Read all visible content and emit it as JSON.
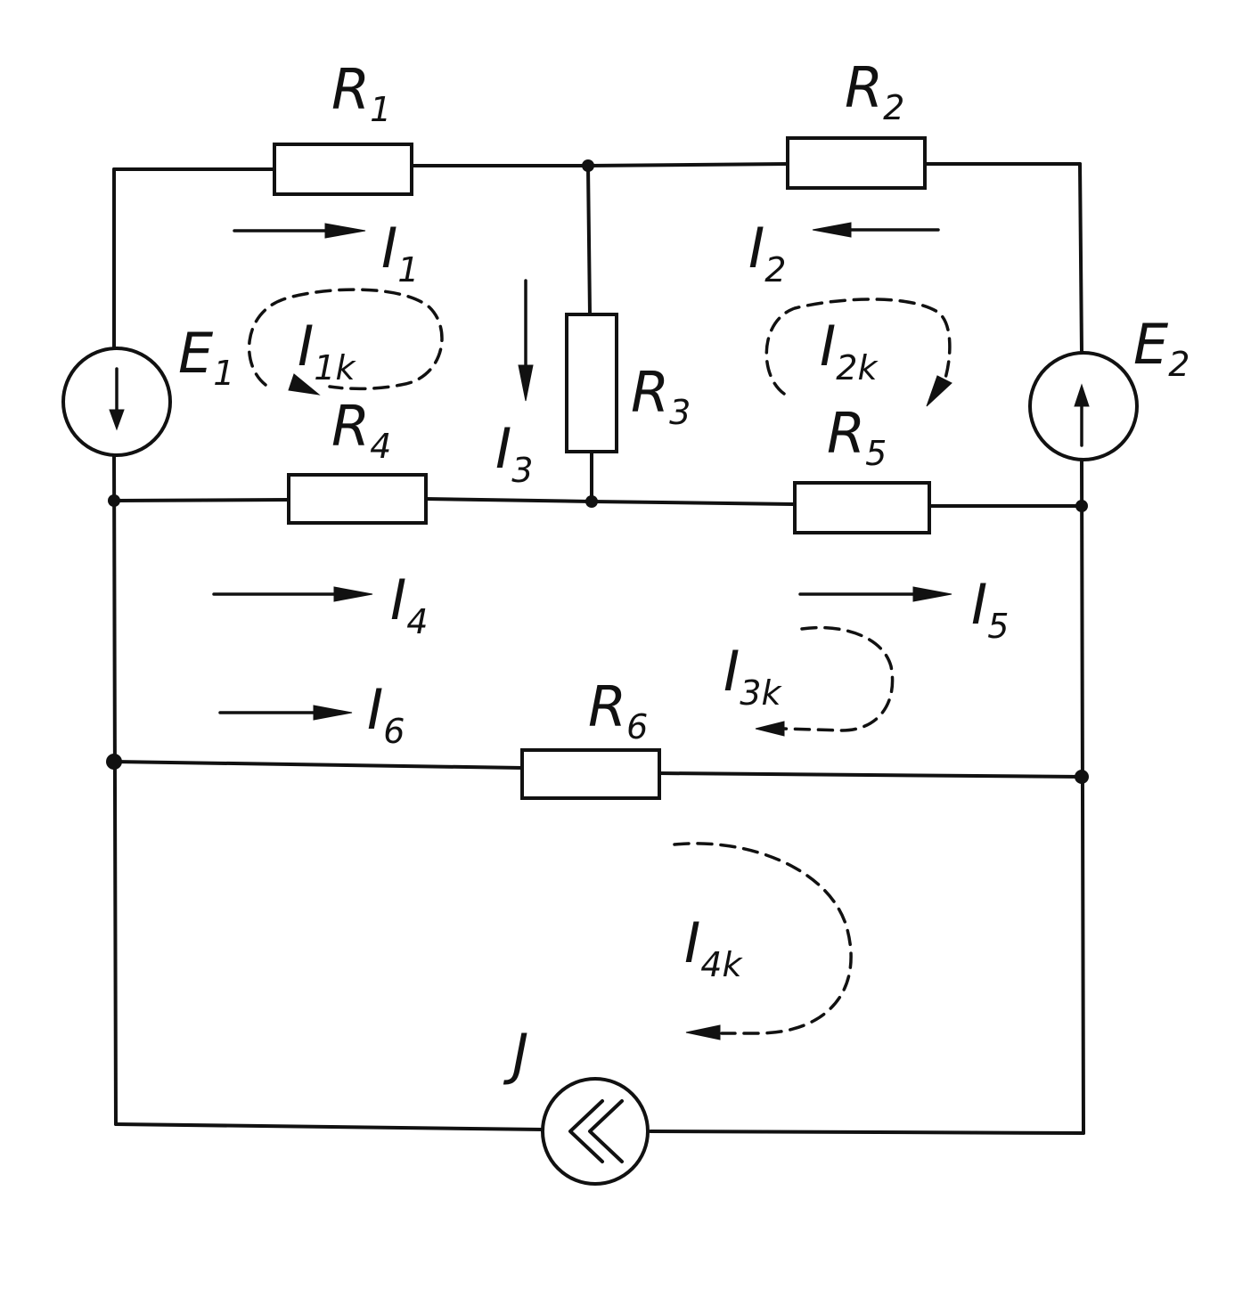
{
  "resistors": {
    "R1": {
      "name": "R",
      "index": "1"
    },
    "R2": {
      "name": "R",
      "index": "2"
    },
    "R3": {
      "name": "R",
      "index": "3"
    },
    "R4": {
      "name": "R",
      "index": "4"
    },
    "R5": {
      "name": "R",
      "index": "5"
    },
    "R6": {
      "name": "R",
      "index": "6"
    }
  },
  "sources": {
    "E1": {
      "name": "E",
      "index": "1"
    },
    "E2": {
      "name": "E",
      "index": "2"
    },
    "J": {
      "name": "J"
    }
  },
  "branch_currents": {
    "I1": {
      "name": "I",
      "index": "1"
    },
    "I2": {
      "name": "I",
      "index": "2"
    },
    "I3": {
      "name": "I",
      "index": "3"
    },
    "I4": {
      "name": "I",
      "index": "4"
    },
    "I5": {
      "name": "I",
      "index": "5"
    },
    "I6": {
      "name": "I",
      "index": "6"
    }
  },
  "loop_currents": {
    "I1k": {
      "name": "I",
      "index": "1k"
    },
    "I2k": {
      "name": "I",
      "index": "2k"
    },
    "I3k": {
      "name": "I",
      "index": "3k"
    },
    "I4k": {
      "name": "I",
      "index": "4k"
    }
  }
}
